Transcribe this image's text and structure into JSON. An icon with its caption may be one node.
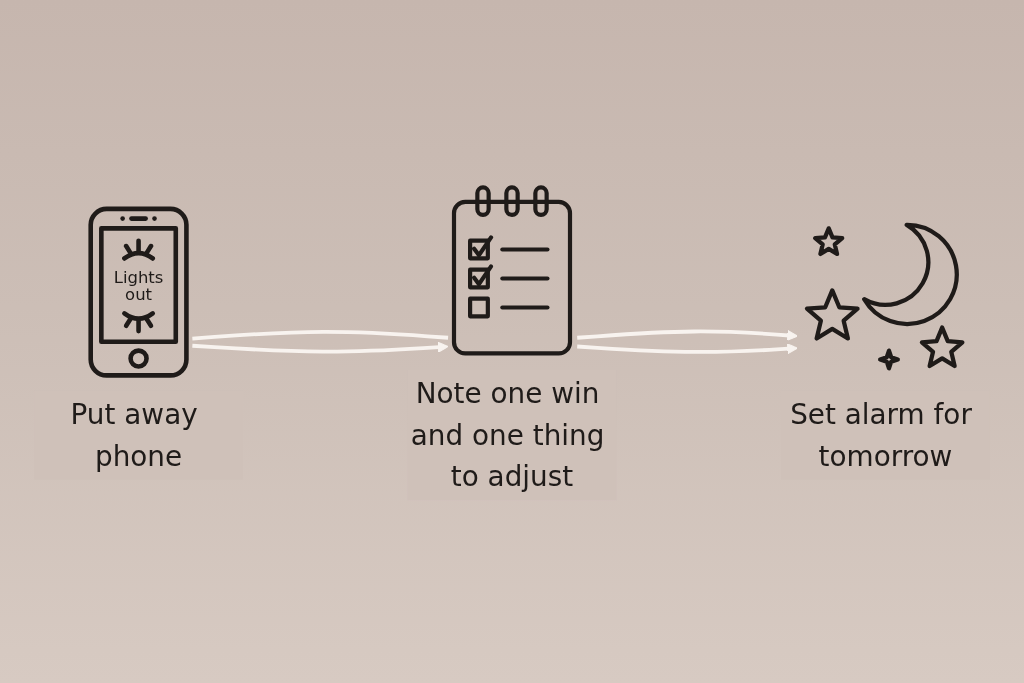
{
  "diagram": {
    "nodes": [
      {
        "text": [
          "Lights out",
          "Put away phone"
        ]
      },
      {
        "text": [
          "Note one win and one thing to adjust"
        ]
      },
      {
        "text": [
          "Set alarm for tomorrow"
        ]
      }
    ],
    "edges": [
      {
        "from": 0,
        "to": 1,
        "arrow": "none"
      },
      {
        "from": 1,
        "to": 2,
        "arrow": "to"
      },
      {
        "from": 0,
        "to": 1,
        "arrow": "to"
      },
      {
        "from": 1,
        "to": 2,
        "arrow": "to"
      }
    ]
  }
}
